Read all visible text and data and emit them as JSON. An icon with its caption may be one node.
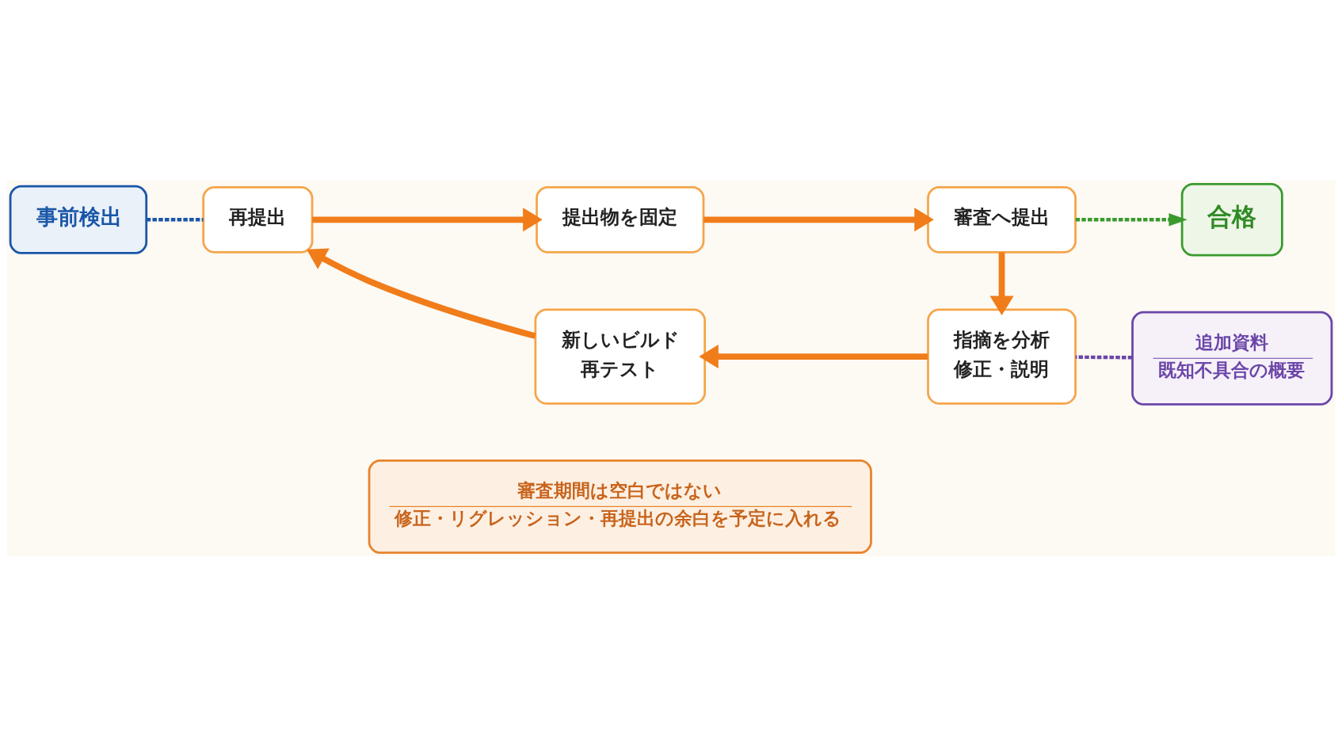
{
  "diagram": {
    "nodes": [
      {
        "text": [
          "提出物を固定"
        ]
      },
      {
        "text": [
          "審査へ提出"
        ]
      },
      {
        "text": [
          "合格"
        ]
      },
      {
        "text": [
          "指摘を分析",
          "修正・説明"
        ]
      },
      {
        "text": [
          "新しいビルド",
          "再テスト"
        ]
      },
      {
        "text": [
          "再提出"
        ]
      },
      {
        "text": [
          "事前検出"
        ]
      },
      {
        "text": [
          "追加資料",
          "既知不具合の概要"
        ]
      },
      {
        "text": [
          "審査期間は空白ではない",
          "修正・リグレッション・再提出の余白を予定に入れる"
        ]
      }
    ],
    "edges": [
      {
        "from": 0,
        "to": 1,
        "arrow": "to"
      },
      {
        "from": 1,
        "to": 2,
        "arrow": "to",
        "style": "dashed",
        "color": "#3a9a2e"
      },
      {
        "from": 1,
        "to": 3,
        "arrow": "to"
      },
      {
        "from": 3,
        "to": 4,
        "arrow": "to"
      },
      {
        "from": 4,
        "to": 5,
        "arrow": "to"
      },
      {
        "from": 5,
        "to": 0,
        "arrow": "to"
      },
      {
        "from": 6,
        "to": 5,
        "arrow": "none",
        "style": "dashed",
        "color": "#1a56a8"
      },
      {
        "from": 7,
        "to": 3,
        "arrow": "none",
        "style": "dashed",
        "color": "#6b46a8"
      }
    ]
  }
}
